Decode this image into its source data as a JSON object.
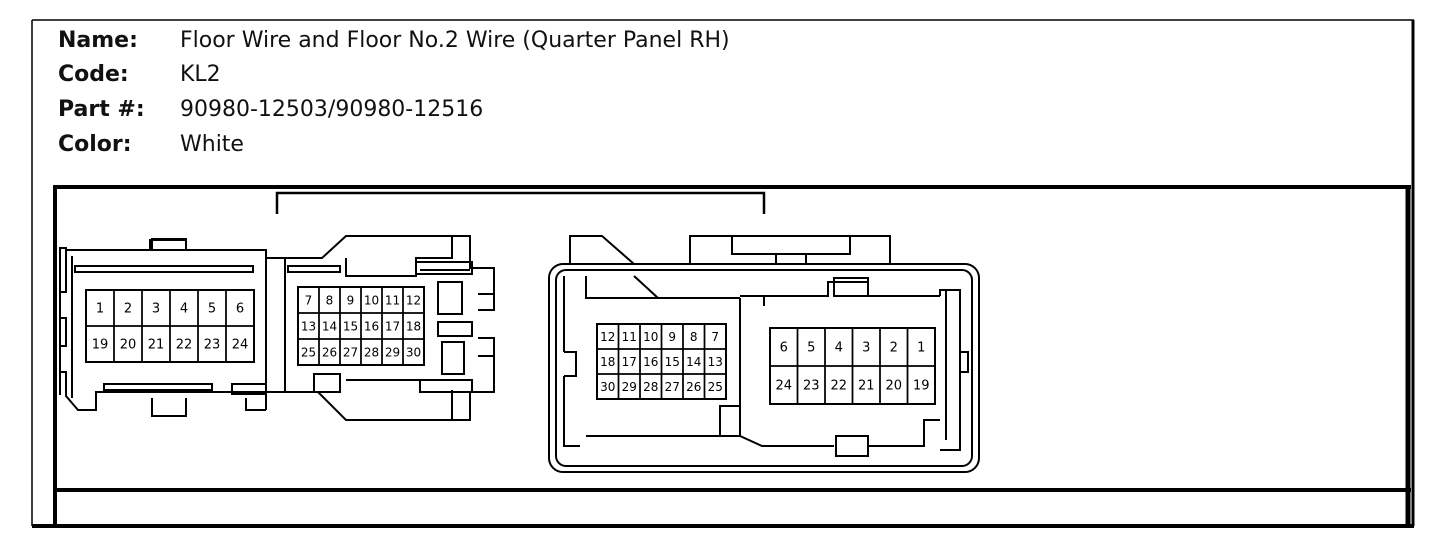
{
  "header": {
    "name_label": "Name:",
    "name_value": "Floor Wire and Floor No.2 Wire (Quarter Panel RH)",
    "code_label": "Code:",
    "code_value": "KL2",
    "part_label": "Part #:",
    "part_value": "90980-12503/90980-12516",
    "color_label": "Color:",
    "color_value": "White"
  },
  "connector_left": {
    "block_a": {
      "row1": [
        "1",
        "2",
        "3",
        "4",
        "5",
        "6"
      ],
      "row2": [
        "19",
        "20",
        "21",
        "22",
        "23",
        "24"
      ]
    },
    "block_b": {
      "row1": [
        "7",
        "8",
        "9",
        "10",
        "11",
        "12"
      ],
      "row2": [
        "13",
        "14",
        "15",
        "16",
        "17",
        "18"
      ],
      "row3": [
        "25",
        "26",
        "27",
        "28",
        "29",
        "30"
      ]
    }
  },
  "connector_right": {
    "block_a": {
      "row1": [
        "12",
        "11",
        "10",
        "9",
        "8",
        "7"
      ],
      "row2": [
        "18",
        "17",
        "16",
        "15",
        "14",
        "13"
      ],
      "row3": [
        "30",
        "29",
        "28",
        "27",
        "26",
        "25"
      ]
    },
    "block_b": {
      "row1": [
        "6",
        "5",
        "4",
        "3",
        "2",
        "1"
      ],
      "row2": [
        "24",
        "23",
        "22",
        "21",
        "20",
        "19"
      ]
    }
  }
}
